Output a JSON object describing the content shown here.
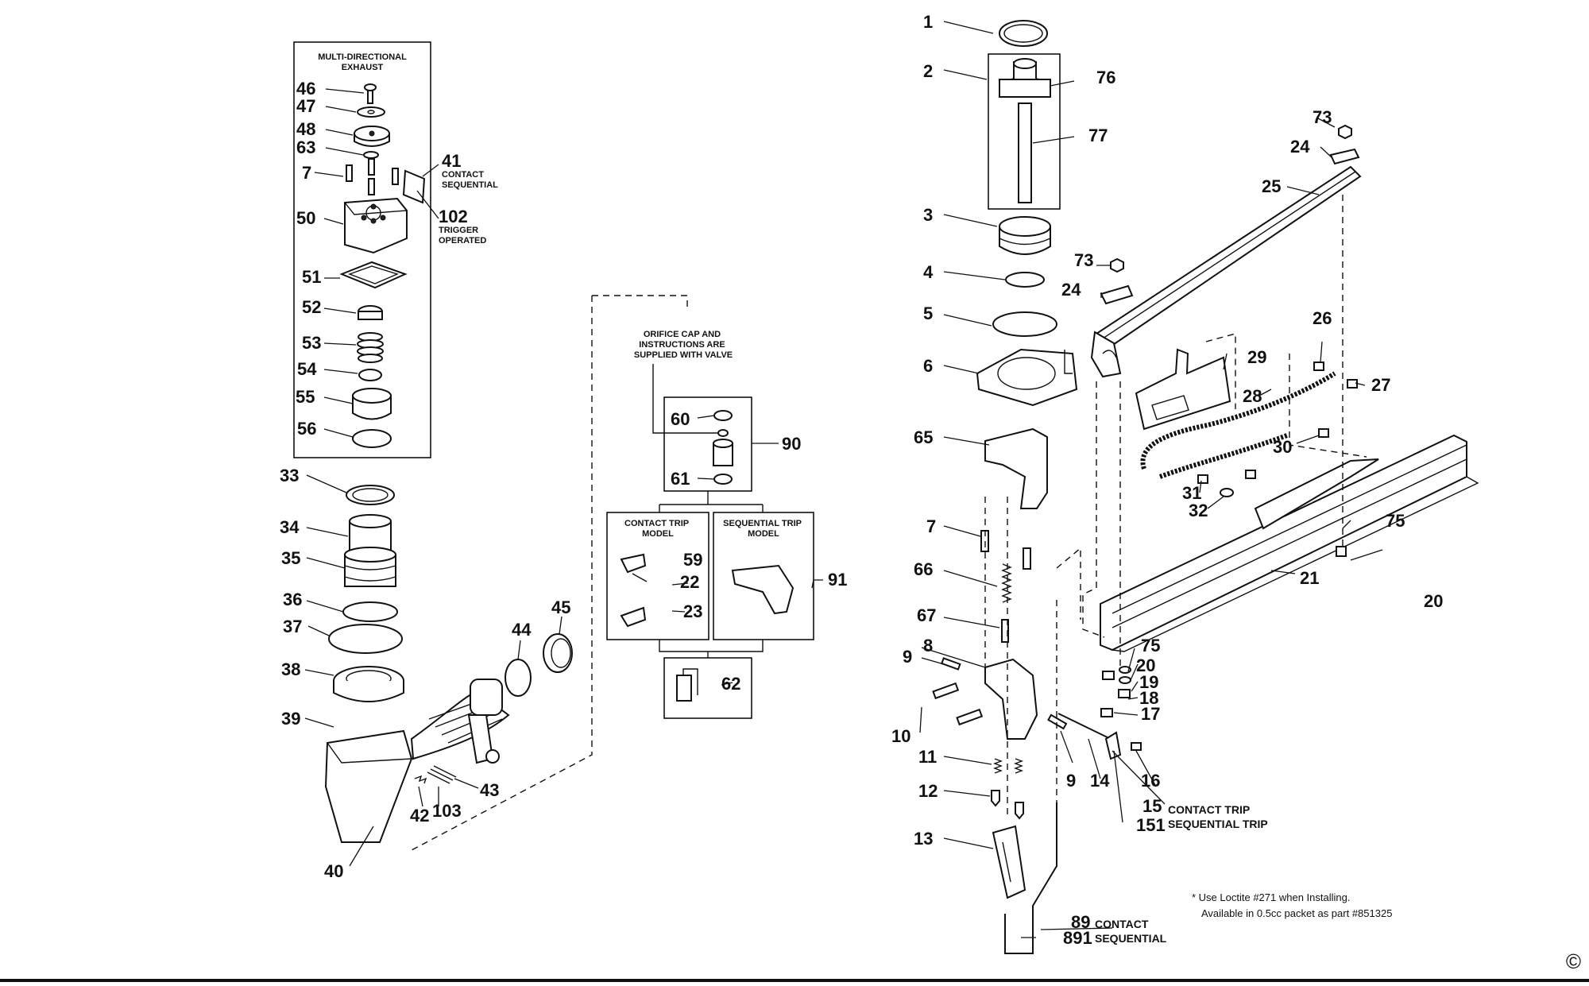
{
  "boxes": {
    "exhaust_title": "MULTI-DIRECTIONAL\nEXHAUST",
    "orifice_note": "ORIFICE CAP AND\nINSTRUCTIONS ARE\nSUPPLIED WITH VALVE",
    "contact_trip_model": "CONTACT TRIP\nMODEL",
    "sequential_trip_model": "SEQUENTIAL TRIP\nMODEL"
  },
  "captions": {
    "c41": "CONTACT\nSEQUENTIAL",
    "c102": "TRIGGER\nOPERATED",
    "c15": "CONTACT TRIP",
    "c151": "SEQUENTIAL TRIP",
    "c89": "CONTACT",
    "c891": "SEQUENTIAL"
  },
  "footnote": {
    "line1": "* Use Loctite #271 when Installing.",
    "line2": "Available in 0.5cc packet as part #851325"
  },
  "copyright": "©",
  "callouts": {
    "n1": "1",
    "n2": "2",
    "n3": "3",
    "n4": "4",
    "n5": "5",
    "n6": "6",
    "n7a": "7",
    "n7b": "7",
    "n8": "8",
    "n9a": "9",
    "n9b": "9",
    "n10": "10",
    "n11": "11",
    "n12": "12",
    "n13": "13",
    "n14": "14",
    "n15": "15",
    "n151": "151",
    "n16": "16",
    "n17": "17",
    "n18": "18",
    "n19": "19",
    "n20a": "20",
    "n20b": "20",
    "n21": "21",
    "n22": "22",
    "n23": "23",
    "n24a": "24",
    "n24b": "24",
    "n25": "25",
    "n26": "26",
    "n27": "27",
    "n28": "28",
    "n29": "29",
    "n30": "30",
    "n31": "31",
    "n32": "32",
    "n33": "33",
    "n34": "34",
    "n35": "35",
    "n36": "36",
    "n37": "37",
    "n38": "38",
    "n39": "39",
    "n40": "40",
    "n41": "41",
    "n42": "42",
    "n43": "43",
    "n44": "44",
    "n45": "45",
    "n46": "46",
    "n47": "47",
    "n48": "48",
    "n50": "50",
    "n51": "51",
    "n52": "52",
    "n53": "53",
    "n54": "54",
    "n55": "55",
    "n56": "56",
    "n59": "59",
    "n60": "60",
    "n61": "61",
    "n62": "62",
    "n63": "63",
    "n65": "65",
    "n66": "66",
    "n67": "67",
    "n73a": "73",
    "n73b": "73",
    "n75a": "75",
    "n75b": "75",
    "n76": "76",
    "n77": "77",
    "n89": "89",
    "n90": "90",
    "n91": "91",
    "n102": "102",
    "n103": "103",
    "n891": "891"
  }
}
